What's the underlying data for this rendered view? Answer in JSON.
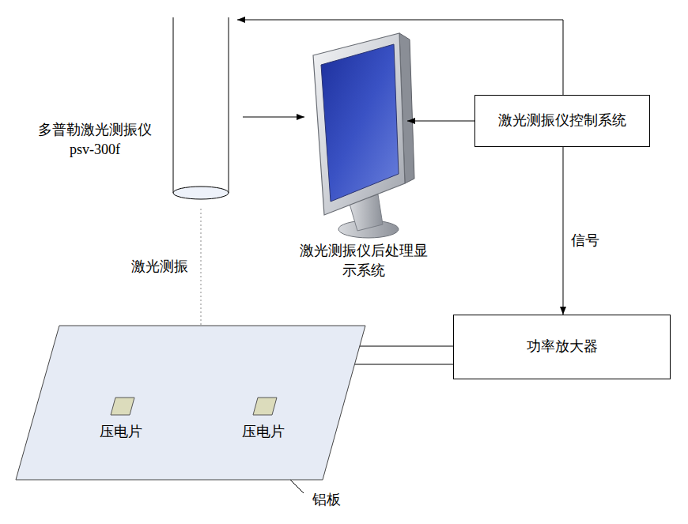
{
  "diagram": {
    "nodes": [
      {
        "text": [
          "多普勒激光测振仪 psv-300f"
        ]
      },
      {
        "text": [
          "激光测振仪后处理显示系统"
        ]
      },
      {
        "text": [
          "激光测振仪控制系统"
        ]
      },
      {
        "text": [
          "功率放大器"
        ]
      },
      {
        "text": [
          "铝板"
        ]
      },
      {
        "text": [
          "压电片"
        ],
        "in": 4
      },
      {
        "text": [
          "压电片"
        ],
        "in": 4
      }
    ],
    "edges": [
      {
        "from": 2,
        "to": 0,
        "arrow": "to"
      },
      {
        "from": 0,
        "to": 1,
        "arrow": "to"
      },
      {
        "from": 2,
        "to": 1,
        "arrow": "to"
      },
      {
        "from": 2,
        "to": 3,
        "label": "信号",
        "arrow": "to"
      },
      {
        "from": 3,
        "to": 5,
        "arrow": "to"
      },
      {
        "from": 3,
        "to": 6,
        "arrow": "to"
      },
      {
        "from": 0,
        "to": 4,
        "label": "激光测振",
        "arrow": "none"
      }
    ]
  }
}
